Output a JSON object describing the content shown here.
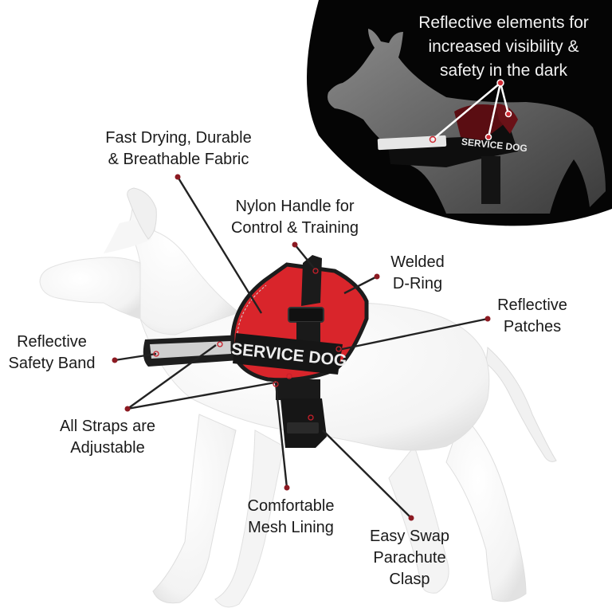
{
  "image": {
    "subject": "service dog harness on white dog mannequin",
    "colors": {
      "harness_red": "#d9252b",
      "strap_black": "#1a1a1a",
      "callout_dot": "#b3202a",
      "background": "#ffffff",
      "night_panel": "#050505"
    }
  },
  "harness": {
    "patch_text": "SERVICE DOG"
  },
  "inset": {
    "caption": [
      "Reflective elements for",
      "increased visibility &",
      "safety in the dark"
    ],
    "patch_text": "SERVICE DOG"
  },
  "callouts": [
    {
      "id": "fabric",
      "lines": [
        "Fast Drying, Durable",
        "& Breathable Fabric"
      ]
    },
    {
      "id": "handle",
      "lines": [
        "Nylon Handle for",
        "Control & Training"
      ]
    },
    {
      "id": "dring",
      "lines": [
        "Welded",
        "D-Ring"
      ]
    },
    {
      "id": "patches",
      "lines": [
        "Reflective",
        "Patches"
      ]
    },
    {
      "id": "band",
      "lines": [
        "Reflective",
        "Safety Band"
      ]
    },
    {
      "id": "straps",
      "lines": [
        "All Straps are",
        "Adjustable"
      ]
    },
    {
      "id": "mesh",
      "lines": [
        "Comfortable",
        "Mesh Lining"
      ]
    },
    {
      "id": "clasp",
      "lines": [
        "Easy Swap",
        "Parachute",
        "Clasp"
      ]
    }
  ]
}
